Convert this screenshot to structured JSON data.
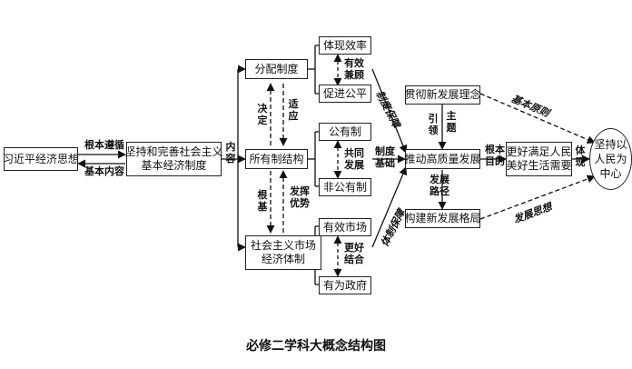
{
  "nodes": {
    "xi_thought": "习近平经济思想",
    "core_line1": "坚持和完善社会主义",
    "core_line2": "基本经济制度",
    "distribution": "分配制度",
    "ownership": "所有制结构",
    "market_line1": "社会主义市场",
    "market_line2": "经济体制",
    "efficiency": "体现效率",
    "fairness": "促进公平",
    "public": "公有制",
    "nonpublic": "非公有制",
    "eff_market": "有效市场",
    "gov": "有为政府",
    "new_concept": "贯彻新发展理念",
    "hq_dev": "推动高质量发展",
    "new_pattern": "构建新发展格局",
    "needs_line1": "更好满足人民",
    "needs_line2": "美好生活需要",
    "people_line1": "坚持以",
    "people_line2": "人民为",
    "people_line3": "中心"
  },
  "labels": {
    "fundamental_follow": "根本遵循",
    "basic_content": "基本内容",
    "content": "内容",
    "decide": "决定",
    "adapt": "适应",
    "root": "根基",
    "advantage": "发挥优势",
    "both_eff": "有效兼顾",
    "common_dev": "共同发展",
    "better_comb": "更好结合",
    "sys_guarantee_top": "制度保障",
    "sys_foundation": "制度基础",
    "sys_guarantee_bottom": "体制保障",
    "guide": "引领",
    "theme": "主题",
    "dev_path": "发展路径",
    "fundamental_goal": "根本目的",
    "embody": "体现",
    "basic_principle": "基本原则",
    "dev_thought": "发展思想"
  },
  "caption": "必修二学科大概念结构图"
}
